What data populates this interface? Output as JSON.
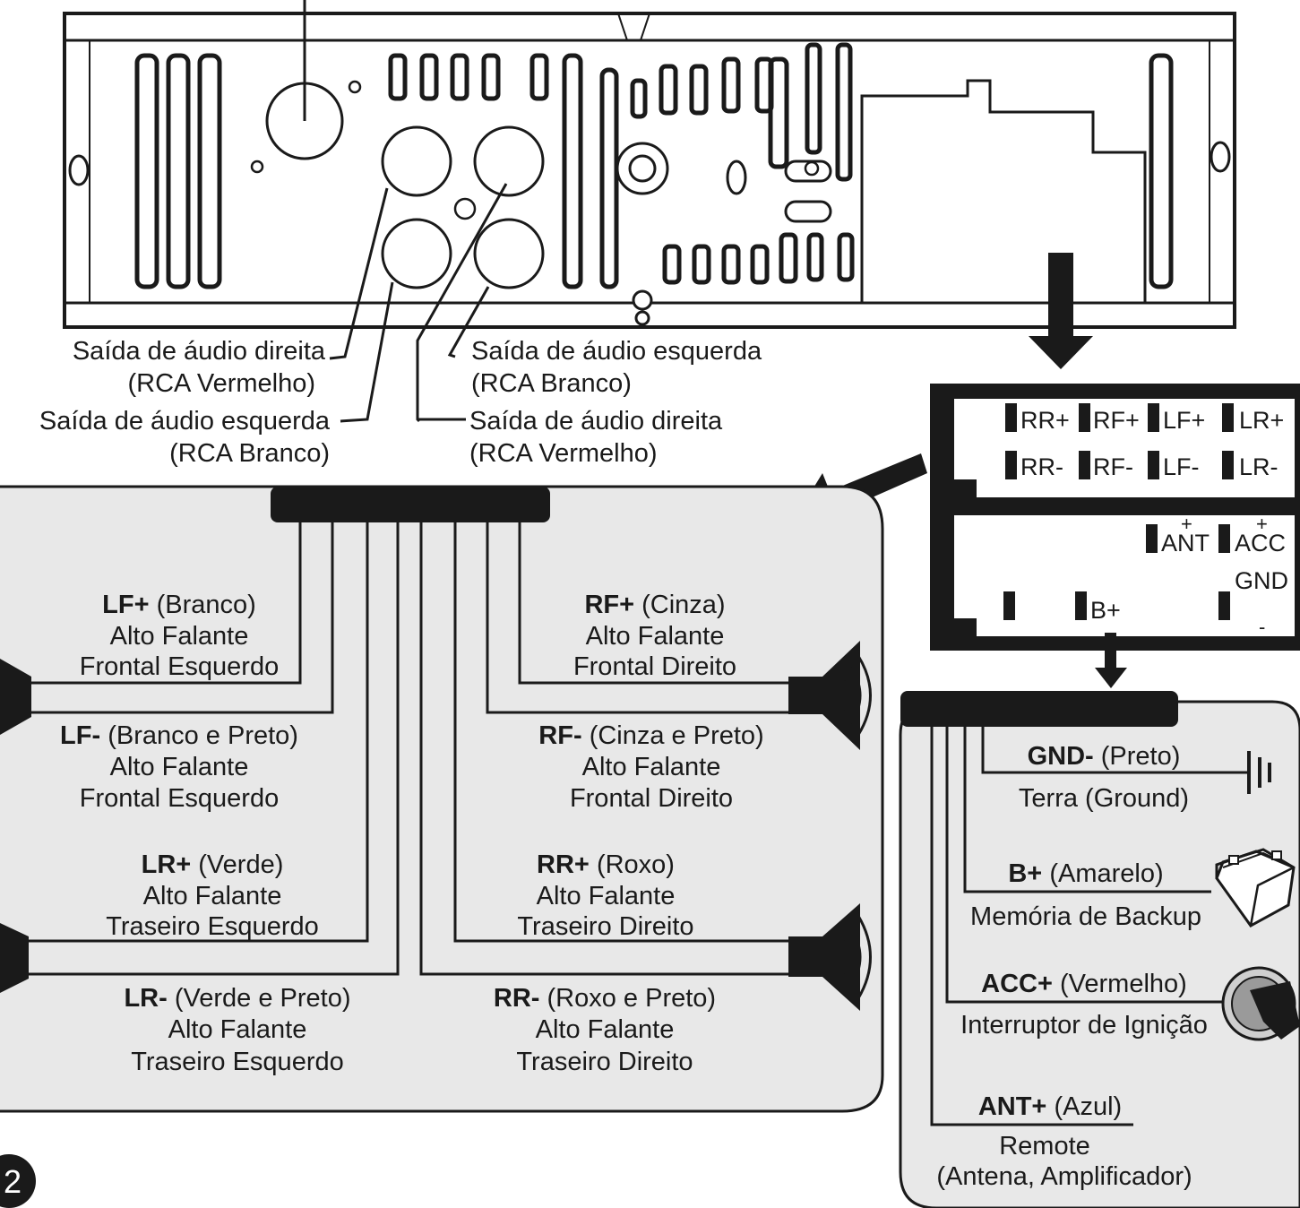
{
  "page_number": "2",
  "rca_labels": {
    "top_right_line1": "Saída de áudio direita",
    "top_right_line2": "(RCA Vermelho)",
    "top_left_line1": "Saída de áudio esquerda",
    "top_left_line2": "(RCA Branco)",
    "bottom_left_line1": "Saída de áudio esquerda",
    "bottom_left_line2": "(RCA Branco)",
    "bottom_right_line1": "Saída de áudio direita",
    "bottom_right_line2": "(RCA Vermelho)"
  },
  "connector_pins": {
    "top_row": [
      "RR+",
      "RF+",
      "LF+",
      "LR+"
    ],
    "second_row": [
      "RR-",
      "RF-",
      "LF-",
      "LR-"
    ],
    "ant": "ANT",
    "acc": "ACC",
    "plus": "+",
    "b_plus": "B+",
    "gnd": "GND",
    "minus": "-"
  },
  "speakers": {
    "lf_plus": {
      "code": "LF+",
      "color": "(Branco)",
      "line2": "Alto Falante",
      "line3": "Frontal Esquerdo"
    },
    "lf_minus": {
      "code": "LF-",
      "color": "(Branco e Preto)",
      "line2": "Alto Falante",
      "line3": "Frontal Esquerdo"
    },
    "lr_plus": {
      "code": "LR+",
      "color": "(Verde)",
      "line2": "Alto Falante",
      "line3": "Traseiro Esquerdo"
    },
    "lr_minus": {
      "code": "LR-",
      "color": "(Verde e Preto)",
      "line2": "Alto Falante",
      "line3": "Traseiro Esquerdo"
    },
    "rf_plus": {
      "code": "RF+",
      "color": "(Cinza)",
      "line2": "Alto Falante",
      "line3": "Frontal Direito"
    },
    "rf_minus": {
      "code": "RF-",
      "color": "(Cinza e Preto)",
      "line2": "Alto Falante",
      "line3": "Frontal Direito"
    },
    "rr_plus": {
      "code": "RR+",
      "color": "(Roxo)",
      "line2": "Alto Falante",
      "line3": "Traseiro Direito"
    },
    "rr_minus": {
      "code": "RR-",
      "color": "(Roxo e Preto)",
      "line2": "Alto Falante",
      "line3": "Traseiro Direito"
    }
  },
  "power": {
    "gnd": {
      "code": "GND-",
      "color": "(Preto)",
      "desc": "Terra (Ground)"
    },
    "bplus": {
      "code": "B+",
      "color": "(Amarelo)",
      "desc": "Memória de Backup"
    },
    "acc": {
      "code": "ACC+",
      "color": "(Vermelho)",
      "desc": "Interruptor de Ignição"
    },
    "ant": {
      "code": "ANT+",
      "color": "(Azul)",
      "desc1": "Remote",
      "desc2": "(Antena, Amplificador)"
    }
  },
  "colors": {
    "panel_fill": "#e8e8e8",
    "ink": "#1a1a1a",
    "connector": "#1a1a1a"
  }
}
